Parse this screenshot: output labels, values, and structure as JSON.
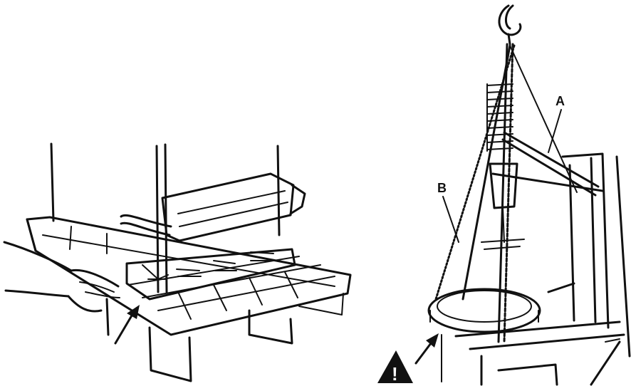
{
  "figure": {
    "left_panel": {
      "description_name": "pallet-lift-illustration"
    },
    "right_panel": {
      "labels": {
        "a": "A",
        "b": "B"
      }
    },
    "warning_icon": {
      "symbol": "!"
    }
  }
}
